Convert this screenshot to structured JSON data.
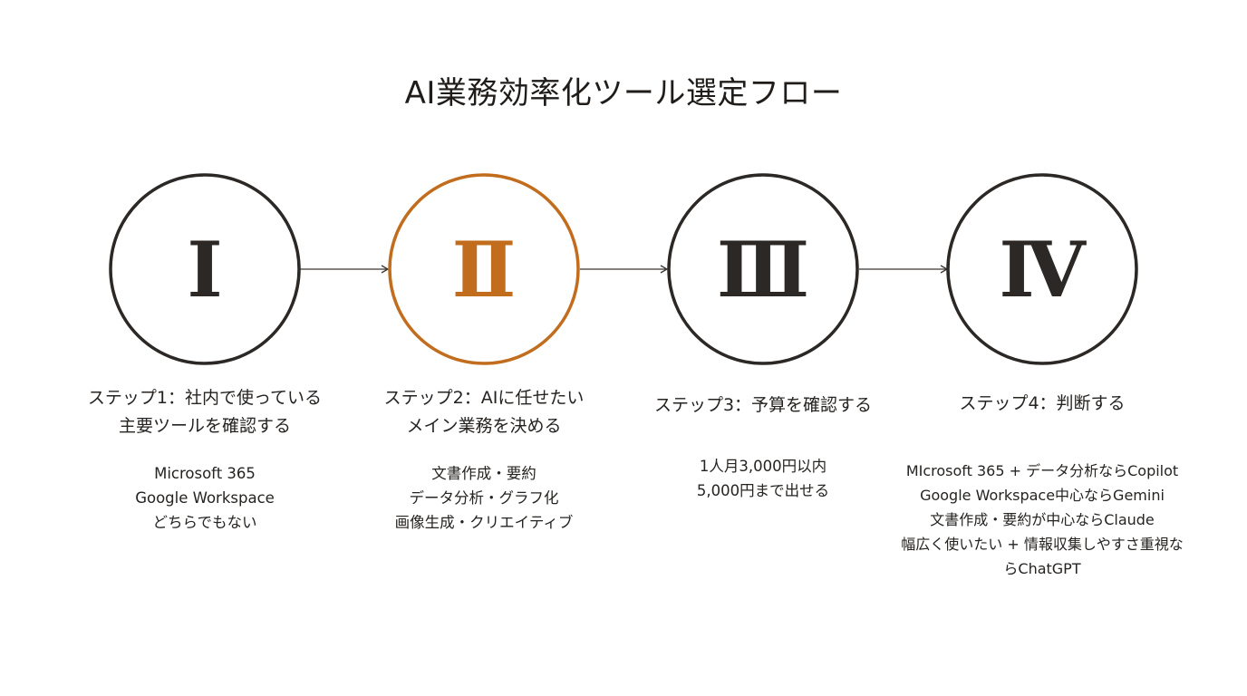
{
  "title": "AI業務効率化ツール選定フロー",
  "colors": {
    "default_ring": "#2b2826",
    "accent_ring": "#c26d1e",
    "arrow": "#3a3633",
    "text": "#262321"
  },
  "steps": [
    {
      "numeral": "Ⅰ",
      "title_lines": [
        "ステップ1：社内で使っている",
        "主要ツールを確認する"
      ],
      "items": [
        "Microsoft 365",
        "Google Workspace",
        "どちらでもない"
      ],
      "highlighted": false
    },
    {
      "numeral": "Ⅱ",
      "title_lines": [
        "ステップ2：AIに任せたい",
        "メイン業務を決める"
      ],
      "items": [
        "文書作成・要約",
        "データ分析・グラフ化",
        "画像生成・クリエイティブ"
      ],
      "highlighted": true
    },
    {
      "numeral": "Ⅲ",
      "title_lines": [
        "ステップ3：予算を確認する"
      ],
      "items": [
        "1人月3,000円以内",
        "5,000円まで出せる"
      ],
      "highlighted": false
    },
    {
      "numeral": "Ⅳ",
      "title_lines": [
        "ステップ4：判断する"
      ],
      "items": [
        "MIcrosoft 365 + データ分析ならCopilot",
        "Google Workspace中心ならGemini",
        "文書作成・要約が中心ならClaude",
        "幅広く使いたい + 情報収集しやすさ重視な",
        "らChatGPT"
      ],
      "highlighted": false
    }
  ]
}
